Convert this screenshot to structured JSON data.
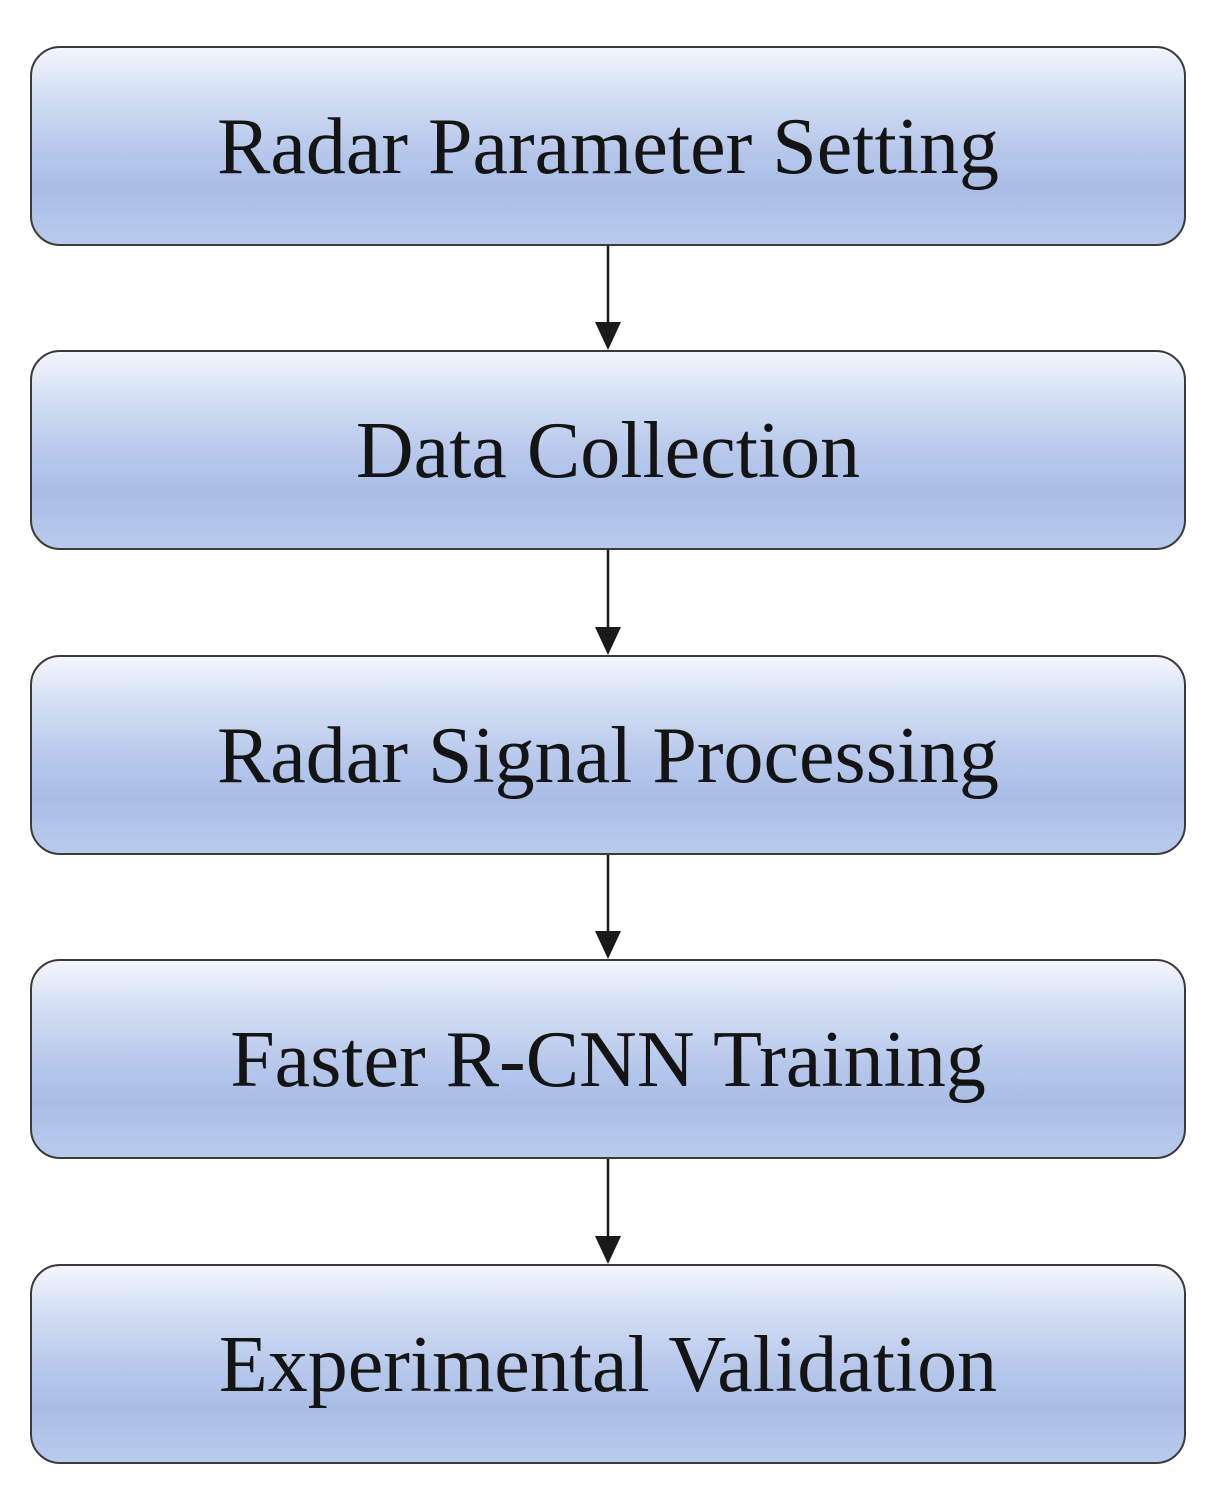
{
  "flowchart": {
    "steps": [
      {
        "label": "Radar Parameter Setting"
      },
      {
        "label": "Data Collection"
      },
      {
        "label": "Radar Signal Processing"
      },
      {
        "label": "Faster R-CNN Training"
      },
      {
        "label": "Experimental Validation"
      }
    ],
    "connections": [
      {
        "from": "Radar Parameter Setting",
        "to": "Data Collection"
      },
      {
        "from": "Data Collection",
        "to": "Radar Signal Processing"
      },
      {
        "from": "Radar Signal Processing",
        "to": "Faster R-CNN Training"
      },
      {
        "from": "Faster R-CNN Training",
        "to": "Experimental Validation"
      }
    ],
    "colors": {
      "box_fill": "#b7c8eb",
      "box_border": "#3b3b3b",
      "text": "#141414",
      "arrow": "#1a1a1a"
    }
  }
}
